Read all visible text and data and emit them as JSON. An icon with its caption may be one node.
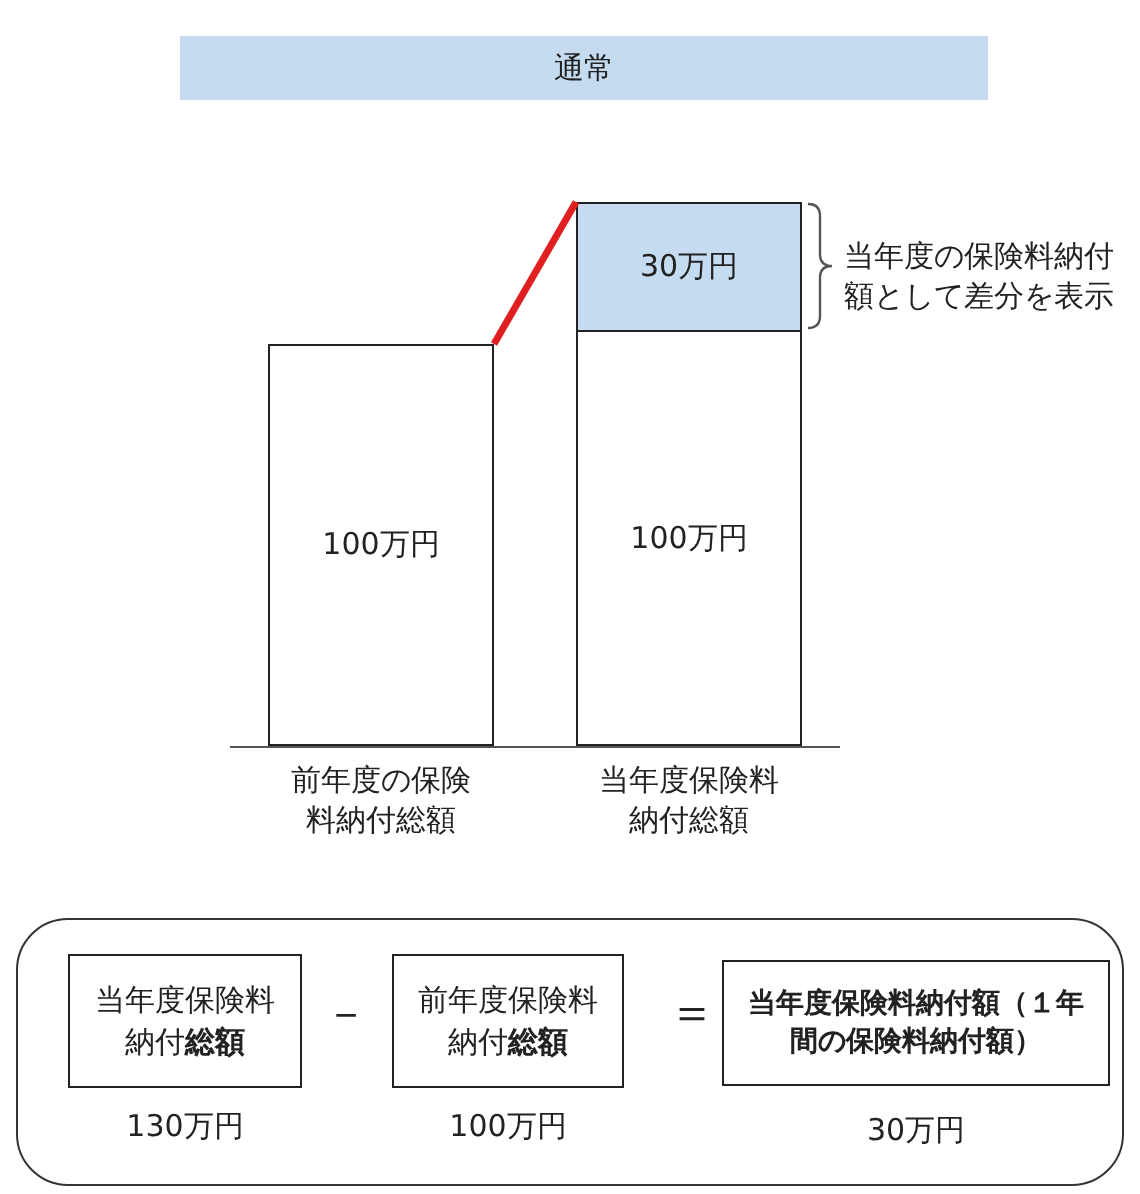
{
  "diagram": {
    "title": "通常",
    "nodes": [
      {
        "text": [
          "100万円"
        ],
        "beside": [
          "前年度の保険料納付総額"
        ]
      },
      {
        "text": [
          "30万円"
        ]
      },
      {
        "text": [
          "100万円"
        ],
        "beside": [
          "当年度保険料納付総額"
        ]
      },
      {
        "text": [],
        "shape": "box"
      },
      {
        "text": [
          "当年度保険料納付**総額**"
        ],
        "in": 3,
        "beside": [
          "130万円"
        ]
      },
      {
        "text": [
          "前年度保険料納付**総額**"
        ],
        "in": 3,
        "beside": [
          "100万円"
        ]
      },
      {
        "text": [
          "当年度保険料納付額（１年間の保険料納付額）"
        ],
        "in": 3,
        "beside": [
          "30万円"
        ]
      }
    ],
    "edges": [
      {
        "from": 0,
        "to": 1,
        "arrow": "none",
        "color": "#e02020"
      }
    ],
    "labels": [
      "当年度の保険料納付額として差分を表示",
      "－",
      "＝"
    ]
  }
}
